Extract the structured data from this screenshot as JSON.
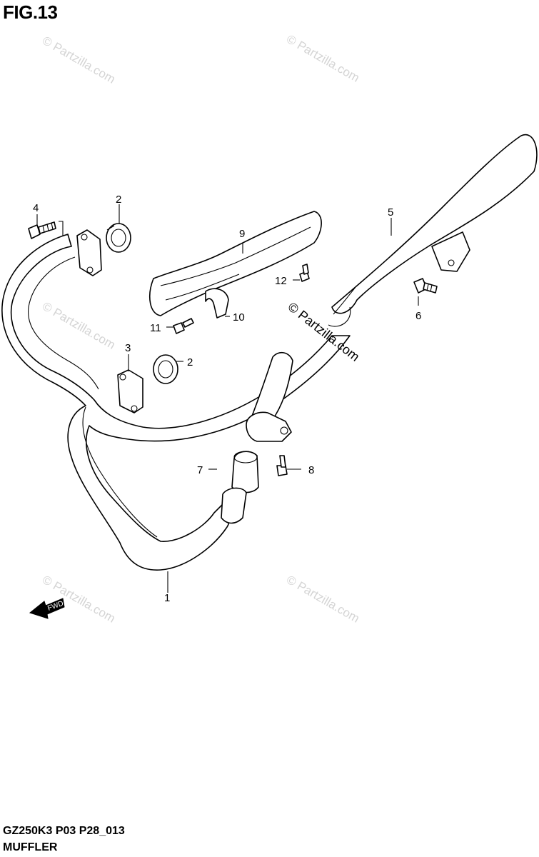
{
  "figure": {
    "title": "FIG.13",
    "code": "GZ250K3 P03 P28_013",
    "name": "MUFFLER"
  },
  "watermark": {
    "text": "© Partzilla.com"
  },
  "direction_label": "FWD",
  "callouts": [
    "1",
    "2",
    "2",
    "3",
    "4",
    "5",
    "6",
    "7",
    "8",
    "9",
    "10",
    "11",
    "12"
  ]
}
